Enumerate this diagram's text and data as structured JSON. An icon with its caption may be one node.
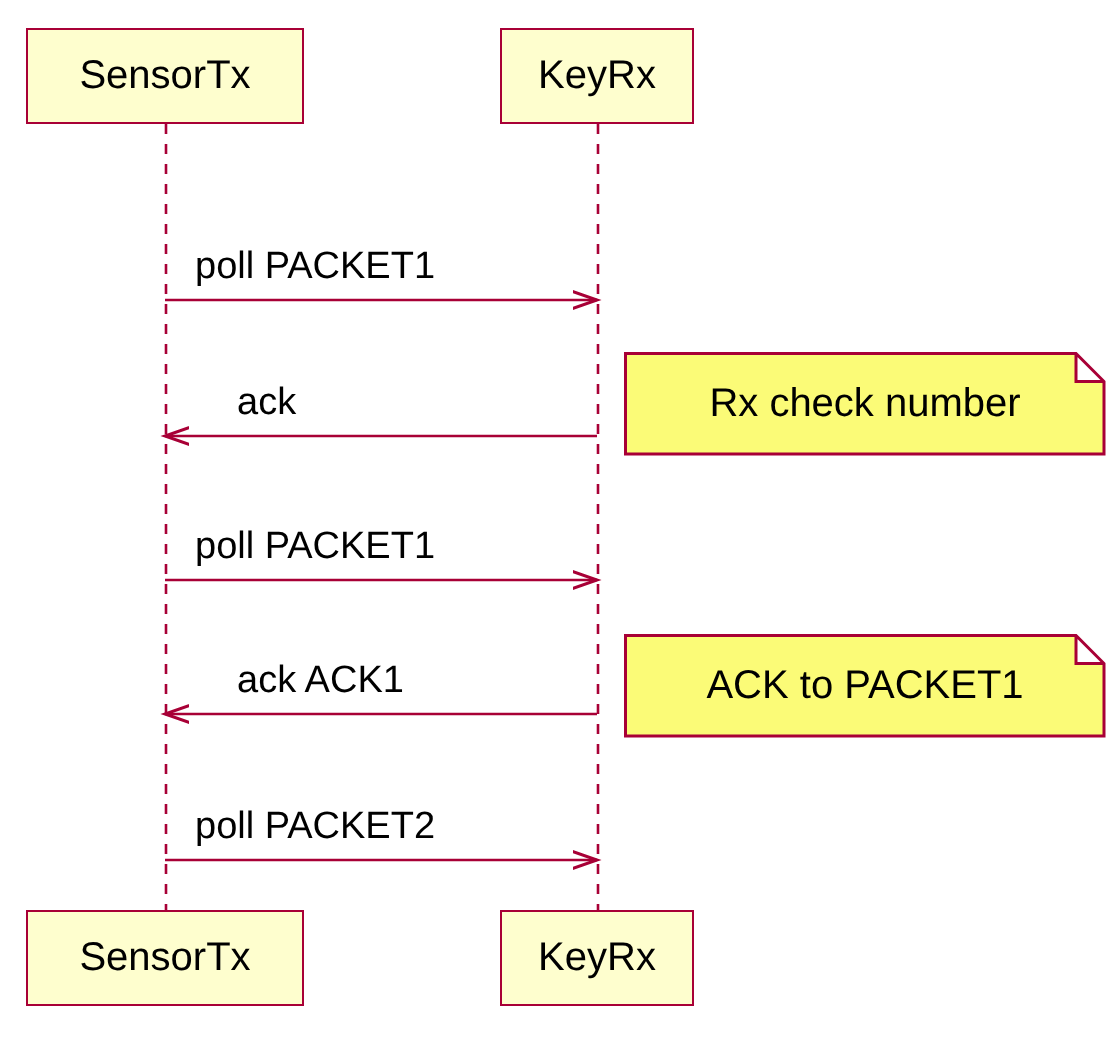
{
  "diagram": {
    "nodes": [
      {
        "text": [
          "SensorTx"
        ]
      },
      {
        "text": [
          "KeyRx"
        ]
      },
      {
        "text": [
          "SensorTx"
        ]
      },
      {
        "text": [
          "KeyRx"
        ]
      },
      {
        "text": [
          "Rx check number"
        ]
      },
      {
        "text": [
          "ACK to PACKET1"
        ]
      },
      {
        "text": [],
        "shape": "line"
      },
      {
        "text": [],
        "shape": "line"
      }
    ],
    "edges": [
      {
        "from": 6,
        "to": 7,
        "arrow": "to",
        "label": "poll PACKET1"
      },
      {
        "from": 7,
        "to": 6,
        "arrow": "to",
        "label": "ack"
      },
      {
        "from": 6,
        "to": 7,
        "arrow": "to",
        "label": "poll PACKET1"
      },
      {
        "from": 7,
        "to": 6,
        "arrow": "to",
        "label": "ack ACK1"
      },
      {
        "from": 6,
        "to": 7,
        "arrow": "to",
        "label": "poll PACKET2"
      }
    ]
  }
}
